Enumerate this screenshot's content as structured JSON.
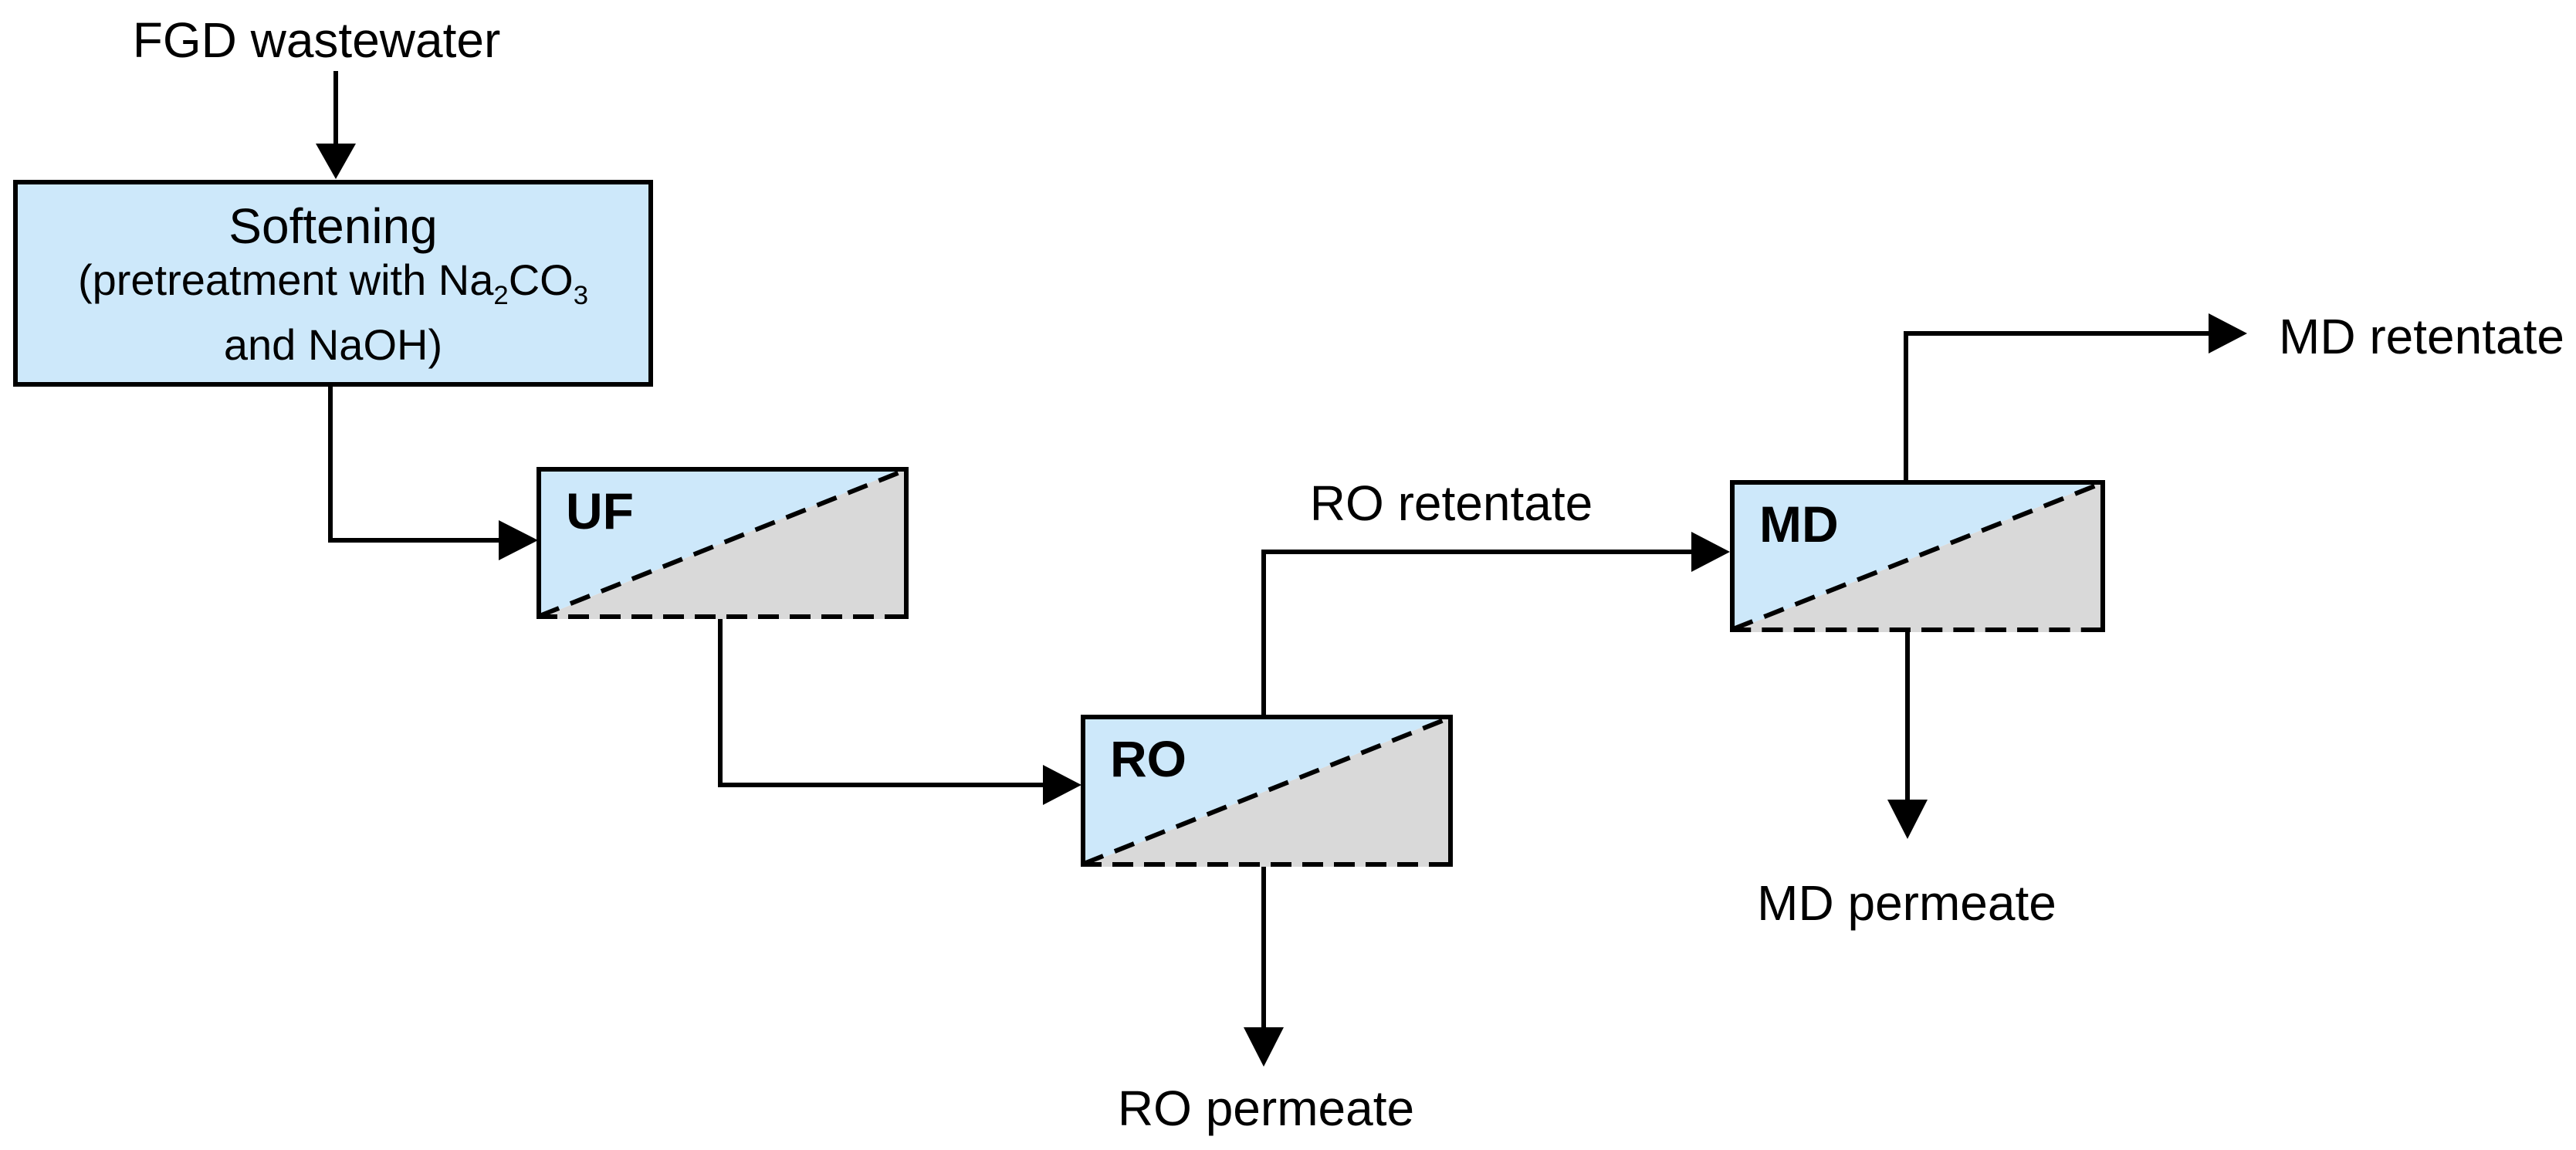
{
  "diagram": {
    "feed_label": "FGD wastewater",
    "softening": {
      "title": "Softening",
      "pretreat_prefix": "(pretreatment with Na",
      "pretreat_sub1": "2",
      "pretreat_mid": "CO",
      "pretreat_sub2": "3",
      "pretreat_line2": "and NaOH)"
    },
    "units": [
      {
        "id": "uf",
        "label": "UF"
      },
      {
        "id": "ro",
        "label": "RO"
      },
      {
        "id": "md",
        "label": "MD"
      }
    ],
    "streams": {
      "ro_retentate": "RO retentate",
      "ro_permeate": "RO permeate",
      "md_retentate": "MD retentate",
      "md_permeate": "MD permeate"
    },
    "colors": {
      "feed_side_fill": "#CDE8FA",
      "permeate_side_fill": "#D9D9D9",
      "line_color": "#000000",
      "background": "#FFFFFF"
    }
  }
}
